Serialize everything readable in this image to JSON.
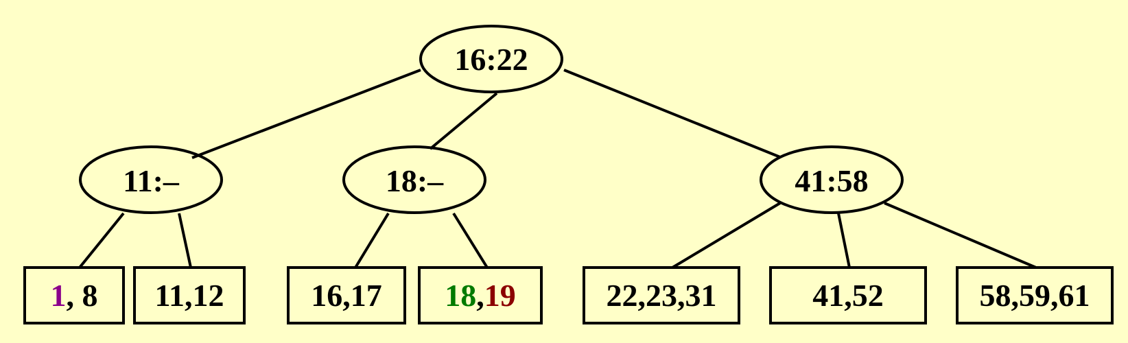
{
  "colors": {
    "background": "#ffffc8",
    "stroke": "#000000",
    "text": "#000000",
    "purple": "#8b008b",
    "green": "#007a00",
    "maroon": "#8b0000"
  },
  "tree": {
    "root": {
      "label": "16:22"
    },
    "internal": [
      {
        "label": "11:–"
      },
      {
        "label": "18:–"
      },
      {
        "label": "41:58"
      }
    ],
    "leaves": [
      {
        "parts": [
          {
            "text": "1",
            "color": "purple"
          },
          {
            "text": ", 8",
            "color": "text"
          }
        ]
      },
      {
        "parts": [
          {
            "text": "11,12",
            "color": "text"
          }
        ]
      },
      {
        "parts": [
          {
            "text": "16,17",
            "color": "text"
          }
        ]
      },
      {
        "parts": [
          {
            "text": "18",
            "color": "green"
          },
          {
            "text": ",",
            "color": "text"
          },
          {
            "text": "19",
            "color": "maroon"
          }
        ]
      },
      {
        "parts": [
          {
            "text": "22,23,31",
            "color": "text"
          }
        ]
      },
      {
        "parts": [
          {
            "text": "41,52",
            "color": "text"
          }
        ]
      },
      {
        "parts": [
          {
            "text": "58,59,61",
            "color": "text"
          }
        ]
      }
    ]
  }
}
